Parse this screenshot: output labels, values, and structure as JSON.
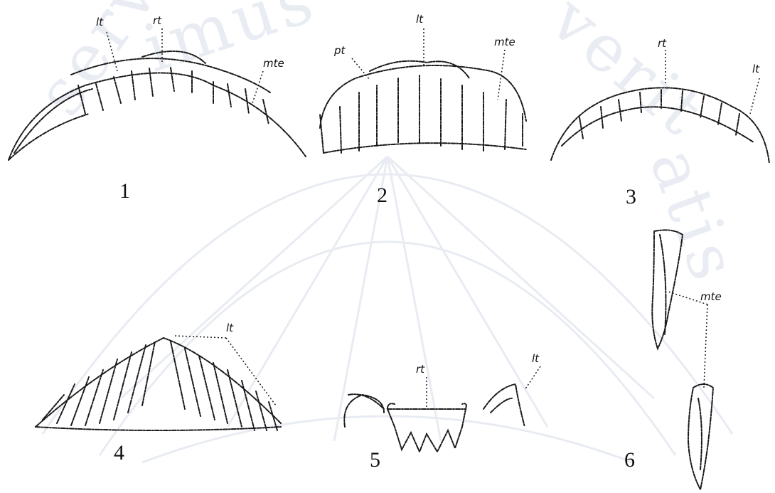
{
  "watermark": {
    "text": "servimus in veritatis"
  },
  "figures": [
    {
      "number": "1",
      "labels": [
        "lt",
        "rt",
        "mte"
      ]
    },
    {
      "number": "2",
      "labels": [
        "pt",
        "lt",
        "mte"
      ]
    },
    {
      "number": "3",
      "labels": [
        "rt",
        "lt"
      ]
    },
    {
      "number": "4",
      "labels": [
        "lt"
      ]
    },
    {
      "number": "5",
      "labels": [
        "rt",
        "lt"
      ]
    },
    {
      "number": "6",
      "labels": [
        "mte"
      ]
    }
  ],
  "colors": {
    "ink": "#1a1a1a",
    "watermark": "#e9edf3"
  }
}
